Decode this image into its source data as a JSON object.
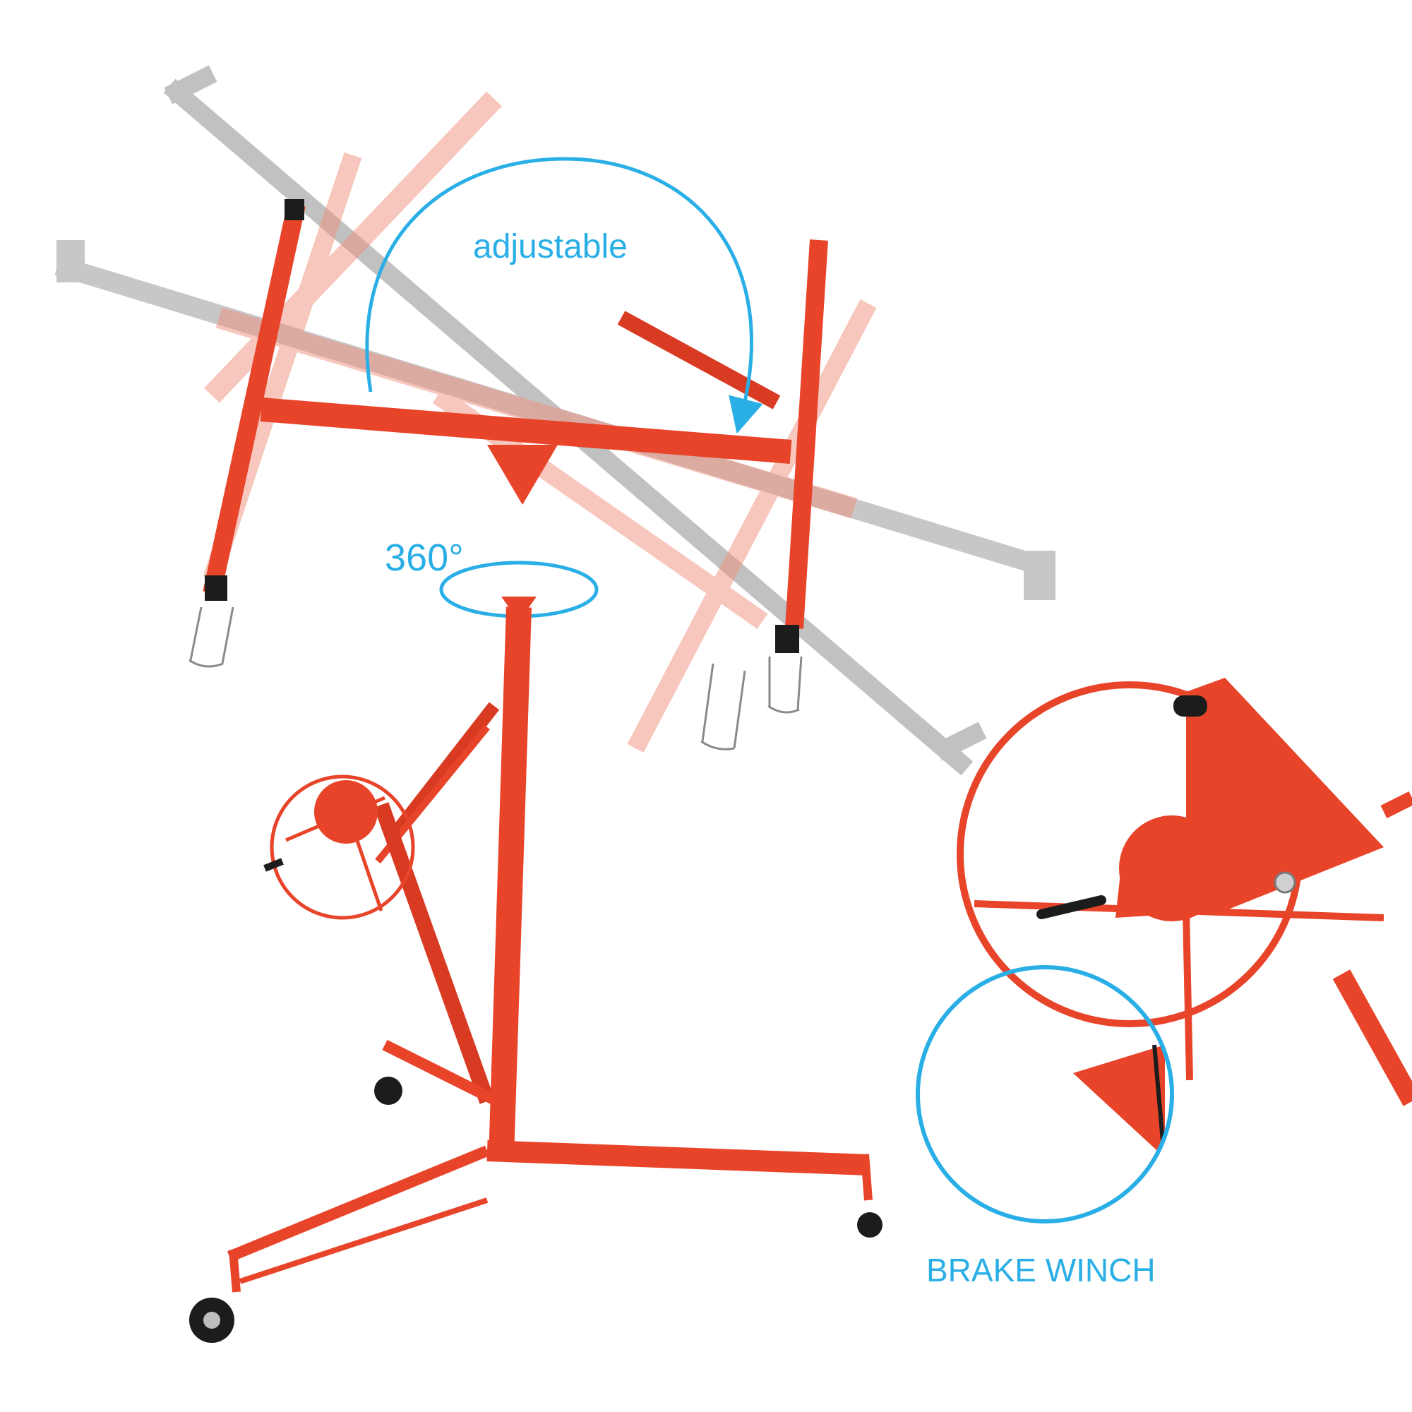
{
  "callouts": {
    "adjustable": "adjustable",
    "rotation": "360°",
    "brake_winch": "BRAKE WINCH"
  },
  "colors": {
    "frame_red": "#e8442a",
    "frame_red_dark": "#c9301a",
    "ghost_red": "#f08f7d",
    "ghost_gray": "#9a9a9a",
    "callout_blue": "#29aee6",
    "rubber": "#1c1c1c"
  },
  "icons": [
    "rotate-arrow-icon",
    "rotation-ring-icon",
    "magnifier-circle-icon"
  ]
}
